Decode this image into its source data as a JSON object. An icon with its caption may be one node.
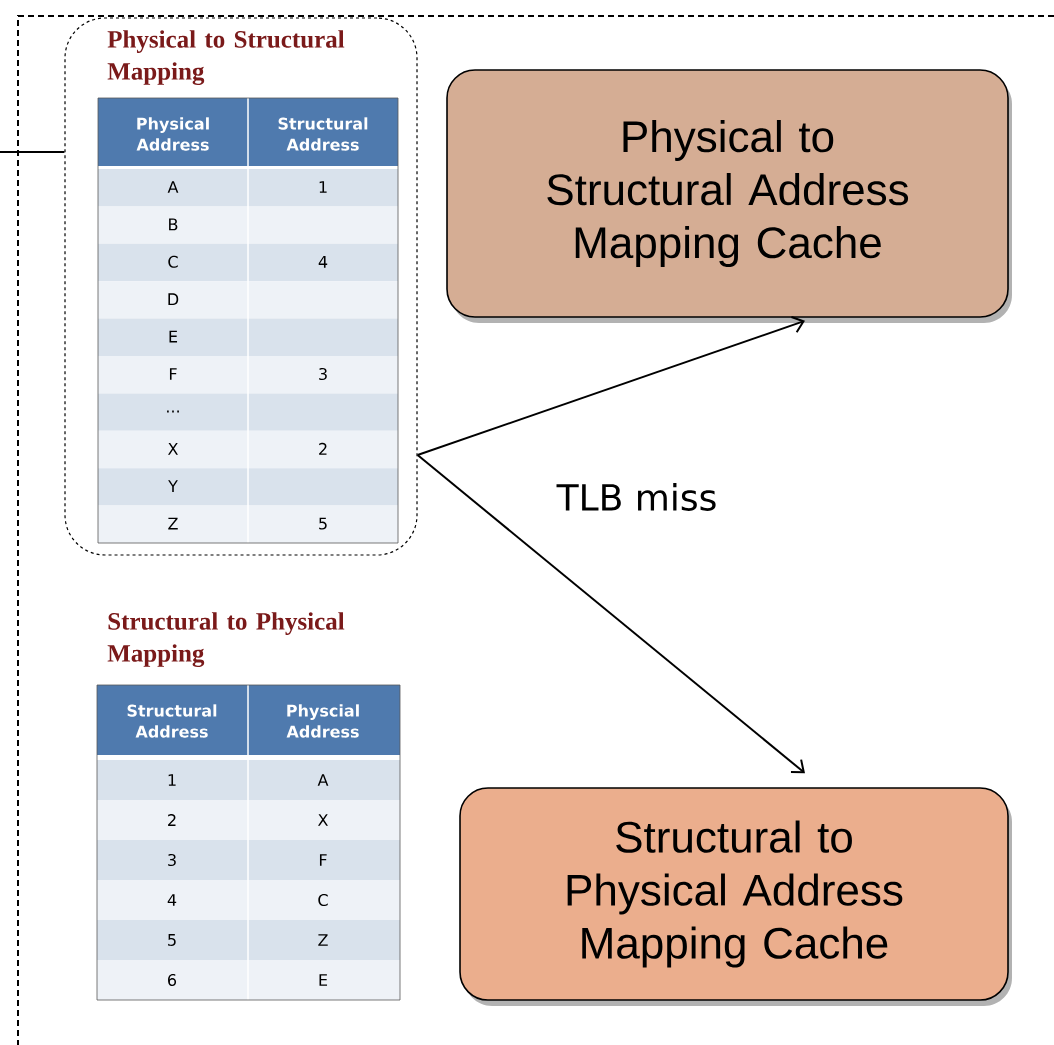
{
  "diagram": {
    "nodes": [
      {
        "text": [
          "Physical to Structural Mapping"
        ]
      },
      {
        "text": [
          "Physical to Structural Address Mapping Cache"
        ]
      },
      {
        "text": [
          "Structural to Physical Address Mapping Cache"
        ]
      }
    ],
    "edges": [
      {
        "from": null,
        "to": 0,
        "arrow": "none"
      },
      {
        "from": 0,
        "to": 1,
        "arrow": "to"
      },
      {
        "from": 0,
        "to": 2,
        "arrow": "to",
        "label": "TLB miss"
      }
    ],
    "labels": [
      "Physical Address",
      "Structural Address",
      "A",
      "1",
      "B",
      "C",
      "4",
      "D",
      "E",
      "F",
      "3",
      "...",
      "X",
      "2",
      "Y",
      "Z",
      "5",
      "Structural to Physical Mapping",
      "Structural Address",
      "Physcial Address",
      "1",
      "A",
      "2",
      "X",
      "3",
      "F",
      "4",
      "C",
      "5",
      "Z",
      "6",
      "E"
    ]
  }
}
